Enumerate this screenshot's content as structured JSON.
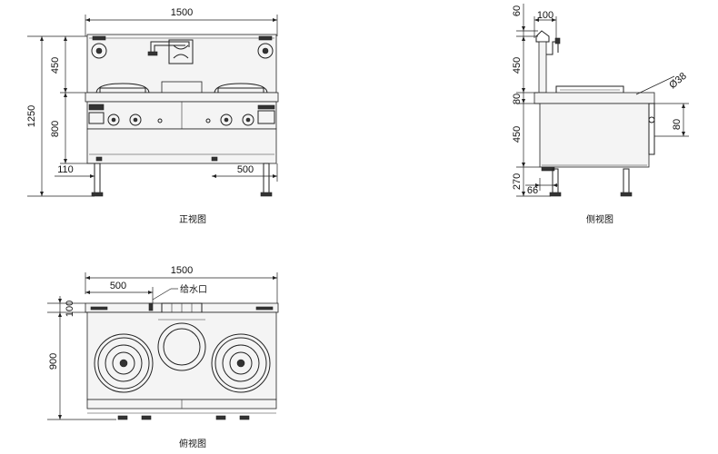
{
  "views": {
    "front": {
      "title": "正视图",
      "dims": {
        "width_total": "1500",
        "height_upper": "450",
        "height_total": "1250",
        "height_lower": "800",
        "leg_offset": "110",
        "half_span": "500"
      }
    },
    "side": {
      "title": "侧视图",
      "dims": {
        "top_rail": "60",
        "faucet_depth": "100",
        "backsplash": "450",
        "rim": "80",
        "diameter": "Ø38",
        "right_rim": "80",
        "body": "450",
        "leg": "270",
        "leg_offset": "66"
      }
    },
    "top": {
      "title": "俯视图",
      "dims": {
        "width_total": "1500",
        "inlet_offset": "500",
        "back_depth": "100",
        "depth": "900"
      },
      "inlet_label": "给水口"
    }
  }
}
